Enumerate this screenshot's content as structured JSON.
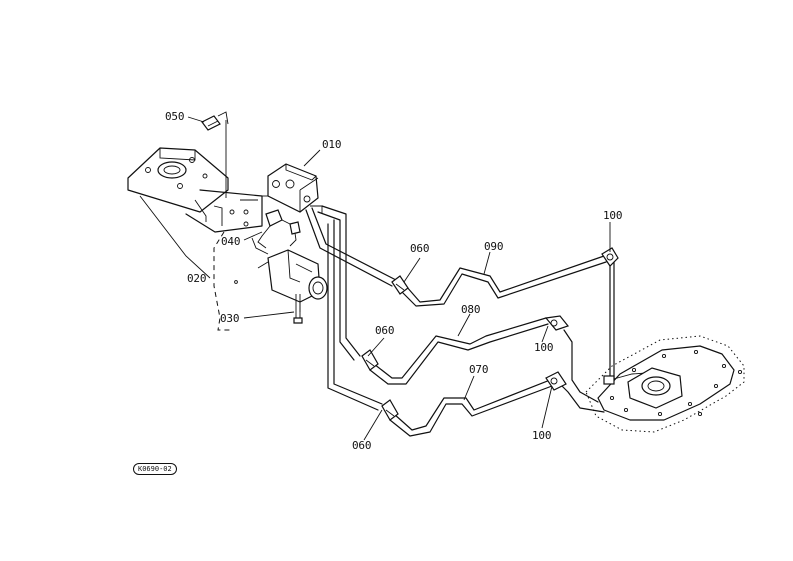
{
  "diagram": {
    "drawing_code": "K0690-02",
    "labels": {
      "p050": "050",
      "p010": "010",
      "p040": "040",
      "p020": "020",
      "p030": "030",
      "p060_top": "060",
      "p060_mid": "060",
      "p060_bottom": "060",
      "p090": "090",
      "p080": "080",
      "p070": "070",
      "p100_top": "100",
      "p100_mid": "100",
      "p100_bottom": "100"
    }
  }
}
